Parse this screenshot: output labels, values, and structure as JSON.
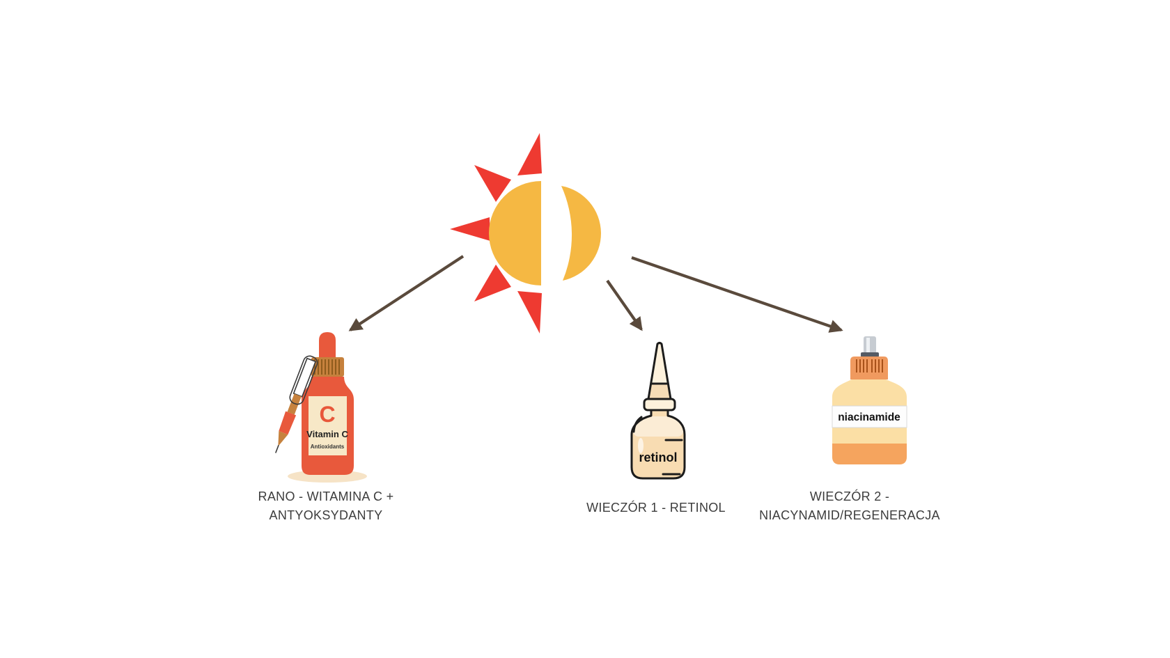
{
  "page": {
    "background": "#FFFFFF"
  },
  "colors": {
    "page_bg": "#FFFFFF",
    "sun_yellow": "#F5B843",
    "ray_red": "#EE3A31",
    "arrow_brown": "#5A4A3C",
    "caption_gray": "#3C3C3C",
    "vitc_body": "#E8593C",
    "vitc_cap": "#C6813D",
    "vitc_cap_rib": "#8F5C1D",
    "vitc_label_bg": "#F7E8C7",
    "vitc_letter": "#E8573A",
    "vitc_shadow": "#F6E3C6",
    "pipette_tan": "#C6823E",
    "retinol_outline": "#1C1C1C",
    "retinol_body": "#F8DCB2",
    "retinol_tip": "#FDF1DC",
    "niacin_body": "#FBDFA5",
    "niacin_cap": "#F09A5F",
    "niacin_cap_rib": "#A8521A",
    "niacin_bottom": "#F5A45E",
    "niacin_nozzle": "#C7CCD2",
    "niacin_nozzle_dark": "#555B64",
    "niacin_label_bg": "#FDFDFD"
  },
  "icons": {
    "header_icon": "half-sun-half-moon-icon"
  },
  "nodes": [
    {
      "id": "rano",
      "caption_line1": "RANO - WITAMINA C +",
      "caption_line2": "ANTYOKSYDANTY",
      "bottle_type": "dropper-bottle-with-pipette",
      "bottle_label_letter": "C",
      "bottle_label_title": "Vitamin C",
      "bottle_label_subtitle": "Antioxidants"
    },
    {
      "id": "wieczor-1",
      "caption_line1": "WIECZÓR 1 - RETINOL",
      "bottle_type": "squeeze-dropper-bottle",
      "bottle_label_title": "retinol"
    },
    {
      "id": "wieczor-2",
      "caption_line1": "WIECZÓR 2 -",
      "caption_line2": "NIACYNAMID/REGENERACJA",
      "bottle_type": "pump-bottle",
      "bottle_label_title": "niacinamide"
    }
  ],
  "arrows": [
    {
      "from": "sun-moon-icon",
      "to": "rano"
    },
    {
      "from": "sun-moon-icon",
      "to": "wieczor-1"
    },
    {
      "from": "sun-moon-icon",
      "to": "wieczor-2"
    }
  ]
}
